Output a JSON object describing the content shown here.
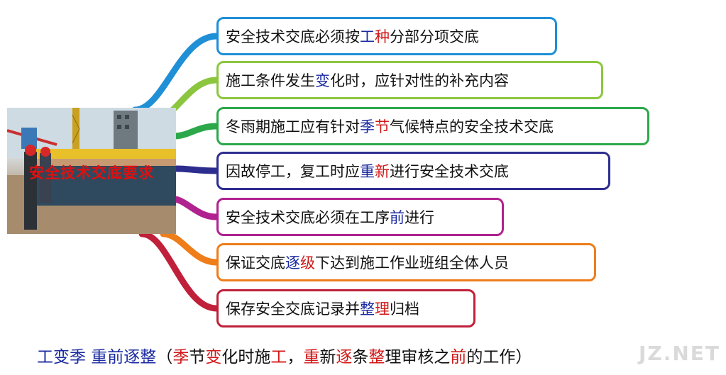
{
  "photo": {
    "caption": "安全技术交底要求",
    "image_desc": "construction site photo: workers in red and yellow helmets lined up, crane and building in background"
  },
  "items": [
    {
      "segments": [
        {
          "t": "安全技术交底必须按"
        },
        {
          "t": "工",
          "c": "b"
        },
        {
          "t": "种",
          "c": "r"
        },
        {
          "t": "分部分项交底"
        }
      ],
      "color": "#1f8fd6"
    },
    {
      "segments": [
        {
          "t": "施工条件发生"
        },
        {
          "t": "变",
          "c": "b"
        },
        {
          "t": "化时，应针对性的补充内容"
        }
      ],
      "color": "#8cc63f"
    },
    {
      "segments": [
        {
          "t": "冬雨期施工应有针对"
        },
        {
          "t": "季",
          "c": "b"
        },
        {
          "t": "节",
          "c": "r"
        },
        {
          "t": "气候特点的安全技术交底"
        }
      ],
      "color": "#2ca84a"
    },
    {
      "segments": [
        {
          "t": "因故停工，复工时应"
        },
        {
          "t": "重",
          "c": "b"
        },
        {
          "t": "新",
          "c": "r"
        },
        {
          "t": "进行安全技术交底"
        }
      ],
      "color": "#2d2d8f"
    },
    {
      "segments": [
        {
          "t": "安全技术交底必须在工序"
        },
        {
          "t": "前",
          "c": "b"
        },
        {
          "t": "进行"
        }
      ],
      "color": "#b0228f"
    },
    {
      "segments": [
        {
          "t": "保证交底"
        },
        {
          "t": "逐",
          "c": "b"
        },
        {
          "t": "级",
          "c": "r"
        },
        {
          "t": "下达到施工作业班组全体人员"
        }
      ],
      "color": "#ee7d1a"
    },
    {
      "segments": [
        {
          "t": "保存安全交底记录并"
        },
        {
          "t": "整",
          "c": "b"
        },
        {
          "t": "理",
          "c": "r"
        },
        {
          "t": "归档"
        }
      ],
      "color": "#c0203a"
    }
  ],
  "summary": {
    "segments": [
      {
        "t": "工变季  重前逐整",
        "c": "b"
      },
      {
        "t": "（"
      },
      {
        "t": "季",
        "c": "r"
      },
      {
        "t": "节"
      },
      {
        "t": "变",
        "c": "r"
      },
      {
        "t": "化时施"
      },
      {
        "t": "工",
        "c": "r"
      },
      {
        "t": "，"
      },
      {
        "t": "重",
        "c": "r"
      },
      {
        "t": "新"
      },
      {
        "t": "逐",
        "c": "r"
      },
      {
        "t": "条"
      },
      {
        "t": "整",
        "c": "r"
      },
      {
        "t": "理审核之"
      },
      {
        "t": "前",
        "c": "r"
      },
      {
        "t": "的工作）"
      }
    ]
  },
  "watermark": "JZ.NET"
}
